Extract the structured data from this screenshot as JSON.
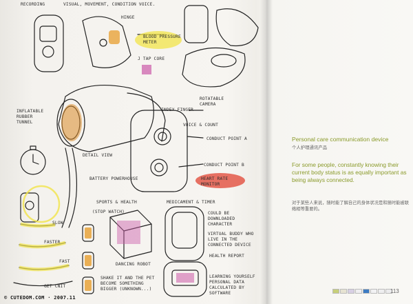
{
  "notes": {
    "top_left": "recording",
    "top_mid": "visual, movement, condition voice.",
    "hinge": "hinge",
    "blood_pressure": "blood pressure meter",
    "j_tap": "j tap core",
    "rotatable": "rotatable camera",
    "inflatable": "inflatable rubber tunnel",
    "index_finger": "index finger",
    "voice_count": "voice & count",
    "conduct_a": "conduct point a",
    "conduct_b": "conduct point b",
    "detail_view": "detail view",
    "battery": "battery powerhouse",
    "heart_rate": "heart rate monitor",
    "stop_watch": "(stop watch)",
    "sports": "sports & health",
    "medicament": "medicament & timer",
    "could_be": "could be downloaded character",
    "slow": "slow",
    "faster": "faster",
    "fast": "fast",
    "virtual_buddy": "virtual buddy who live in the connected device",
    "dancing_robot": "dancing robot",
    "health_report": "health report",
    "learning": "learning yourself personal data calculated by software",
    "shake": "shake it and the pet become something bigger (unknown...)",
    "get_cnit": "get cnit"
  },
  "watermark": "© CUTEDOM.COM · 2007.11",
  "right_page": {
    "title": "Personal care communication device",
    "title_cn": "个人护理通讯产品",
    "body": "For some people, constantly knowing their current body status is as equally important as being always connected.",
    "body_cn": "对于某些人来说，随时能了解自己的身体状况是和随时能被联络相等重要的。",
    "page_number": "113",
    "swatches": [
      "#c7cf7a",
      "#e7e3d2",
      "#d8cfe4",
      "#efeef0",
      "#3d7cc3",
      "#f1f1f3",
      "#eeeeef",
      "#ececed"
    ]
  },
  "colors": {
    "accent_green": "#8a9a2a",
    "marker_yellow": "#f1e44a",
    "marker_orange": "#e8a23a",
    "marker_pink": "#cc5aa8",
    "marker_red": "#e24a3a"
  }
}
